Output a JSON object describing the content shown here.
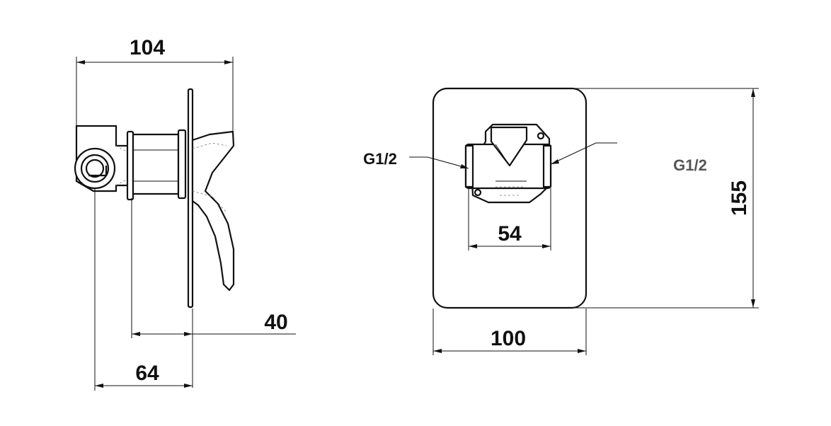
{
  "dimensions": {
    "side_total_depth": "104",
    "side_plate_to_handle": "40",
    "side_body_to_plate": "64",
    "front_body_width": "54",
    "front_plate_width": "100",
    "front_plate_height": "155"
  },
  "labels": {
    "inlet_left": "G1/2",
    "inlet_right": "G1/2"
  },
  "colors": {
    "line": "#111111",
    "label_right": "#555555"
  }
}
